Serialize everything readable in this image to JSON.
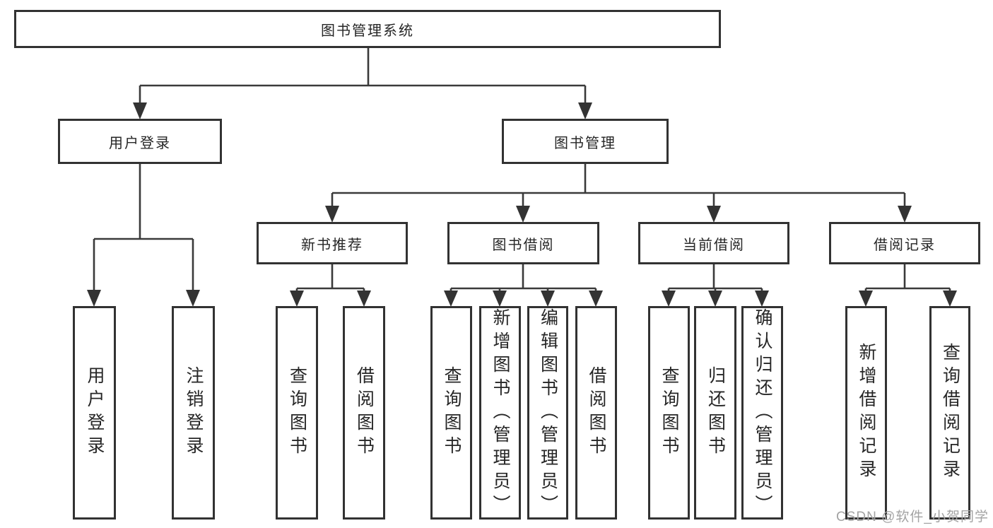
{
  "diagram": {
    "tree": {
      "label": "图书管理系统",
      "children": [
        {
          "label": "用户登录",
          "children": [
            {
              "label": "用户登录"
            },
            {
              "label": "注销登录"
            }
          ]
        },
        {
          "label": "图书管理",
          "children": [
            {
              "label": "新书推荐",
              "children": [
                {
                  "label": "查询图书"
                },
                {
                  "label": "借阅图书"
                }
              ]
            },
            {
              "label": "图书借阅",
              "children": [
                {
                  "label": "查询图书"
                },
                {
                  "label": "新增图书（管理员）"
                },
                {
                  "label": "编辑图书（管理员）"
                },
                {
                  "label": "借阅图书"
                }
              ]
            },
            {
              "label": "当前借阅",
              "children": [
                {
                  "label": "查询图书"
                },
                {
                  "label": "归还图书"
                },
                {
                  "label": "确认归还（管理员）"
                }
              ]
            },
            {
              "label": "借阅记录",
              "children": [
                {
                  "label": "新增借阅记录"
                },
                {
                  "label": "查询借阅记录"
                }
              ]
            }
          ]
        }
      ]
    },
    "colors": {
      "line": "#3a3a3a",
      "box_border": "#323232",
      "box_fill": "#ffffff",
      "text": "#262626",
      "watermark": "#a3a3a3"
    }
  },
  "watermark": {
    "text": "CSDN @软件_小贺同学"
  }
}
